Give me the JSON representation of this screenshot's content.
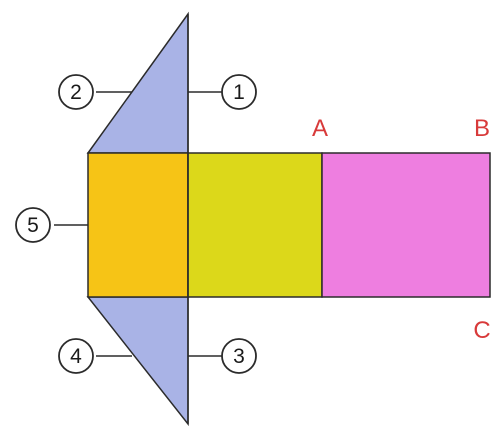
{
  "colors": {
    "triangle_fill": "#a9b3e6",
    "square_orange": "#f6c416",
    "square_yellow": "#dcd81a",
    "rect_pink": "#ee7ee0",
    "outline": "#2b2b2b",
    "label_red": "#d83a3a"
  },
  "points": {
    "a": "A",
    "b": "B",
    "c": "C"
  },
  "faces": [
    {
      "id": "1",
      "label": "1"
    },
    {
      "id": "2",
      "label": "2"
    },
    {
      "id": "3",
      "label": "3"
    },
    {
      "id": "4",
      "label": "4"
    },
    {
      "id": "5",
      "label": "5"
    }
  ]
}
